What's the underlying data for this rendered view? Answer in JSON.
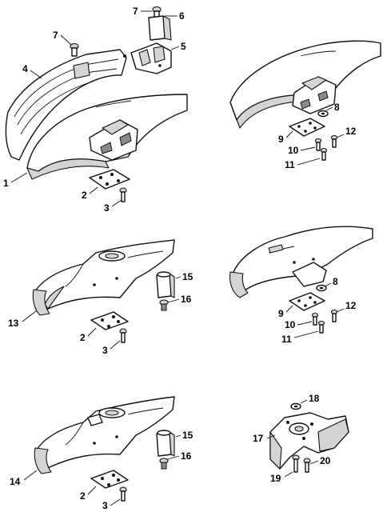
{
  "callouts": {
    "c1": "1",
    "c2a": "2",
    "c2b": "2",
    "c2c": "2",
    "c3a": "3",
    "c3b": "3",
    "c3c": "3",
    "c4": "4",
    "c5": "5",
    "c6": "6",
    "c7a": "7",
    "c7b": "7",
    "c8a": "8",
    "c8b": "8",
    "c9a": "9",
    "c9b": "9",
    "c10a": "10",
    "c10b": "10",
    "c11a": "11",
    "c11b": "11",
    "c12a": "12",
    "c12b": "12",
    "c13": "13",
    "c14": "14",
    "c15a": "15",
    "c15b": "15",
    "c16a": "16",
    "c16b": "16",
    "c17": "17",
    "c18": "18",
    "c19": "19",
    "c20": "20"
  }
}
